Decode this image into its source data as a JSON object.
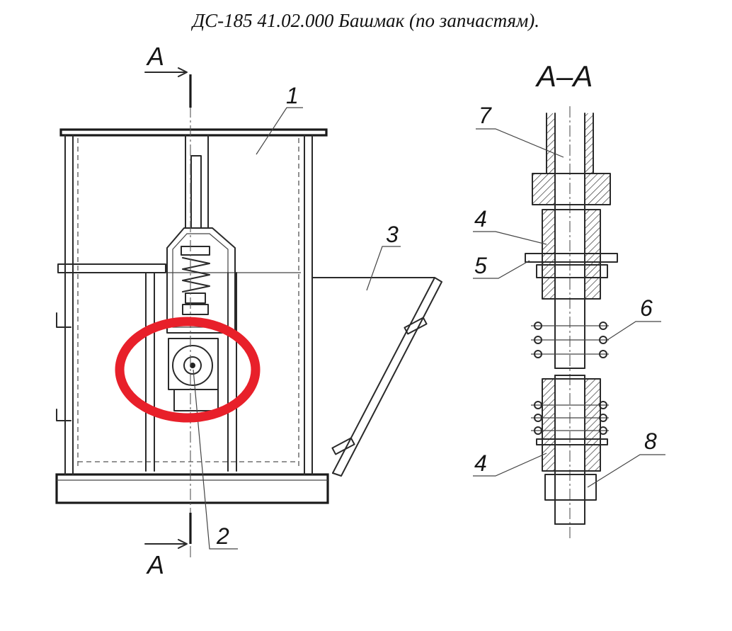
{
  "title": "ДС-185 41.02.000  Башмак (по запчастям).",
  "section": {
    "mark": "А",
    "view_label": "А–А"
  },
  "callouts": [
    "1",
    "2",
    "3",
    "4",
    "5",
    "6",
    "7",
    "8"
  ],
  "highlight": {
    "color": "#e8202a",
    "target_callout": "2"
  }
}
